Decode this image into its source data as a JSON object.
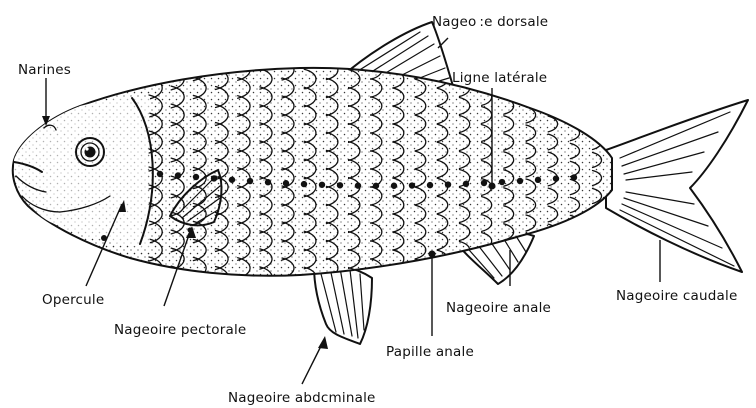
{
  "diagram": {
    "labels": {
      "narines": "Narines",
      "nageoire_dorsale": "Nageo :e dorsale",
      "ligne_laterale": "Ligne latérale",
      "opercule": "Opercule",
      "nageoire_pectorale": "Nageoire pectorale",
      "nageoire_anale": "Nageoire anale",
      "nageoire_caudale": "Nageoire caudale",
      "papille_anale": "Papille anale",
      "nageoire_abdominale": "Nageoire abdcminale"
    },
    "colors": {
      "ink": "#111111",
      "background": "#ffffff"
    }
  }
}
